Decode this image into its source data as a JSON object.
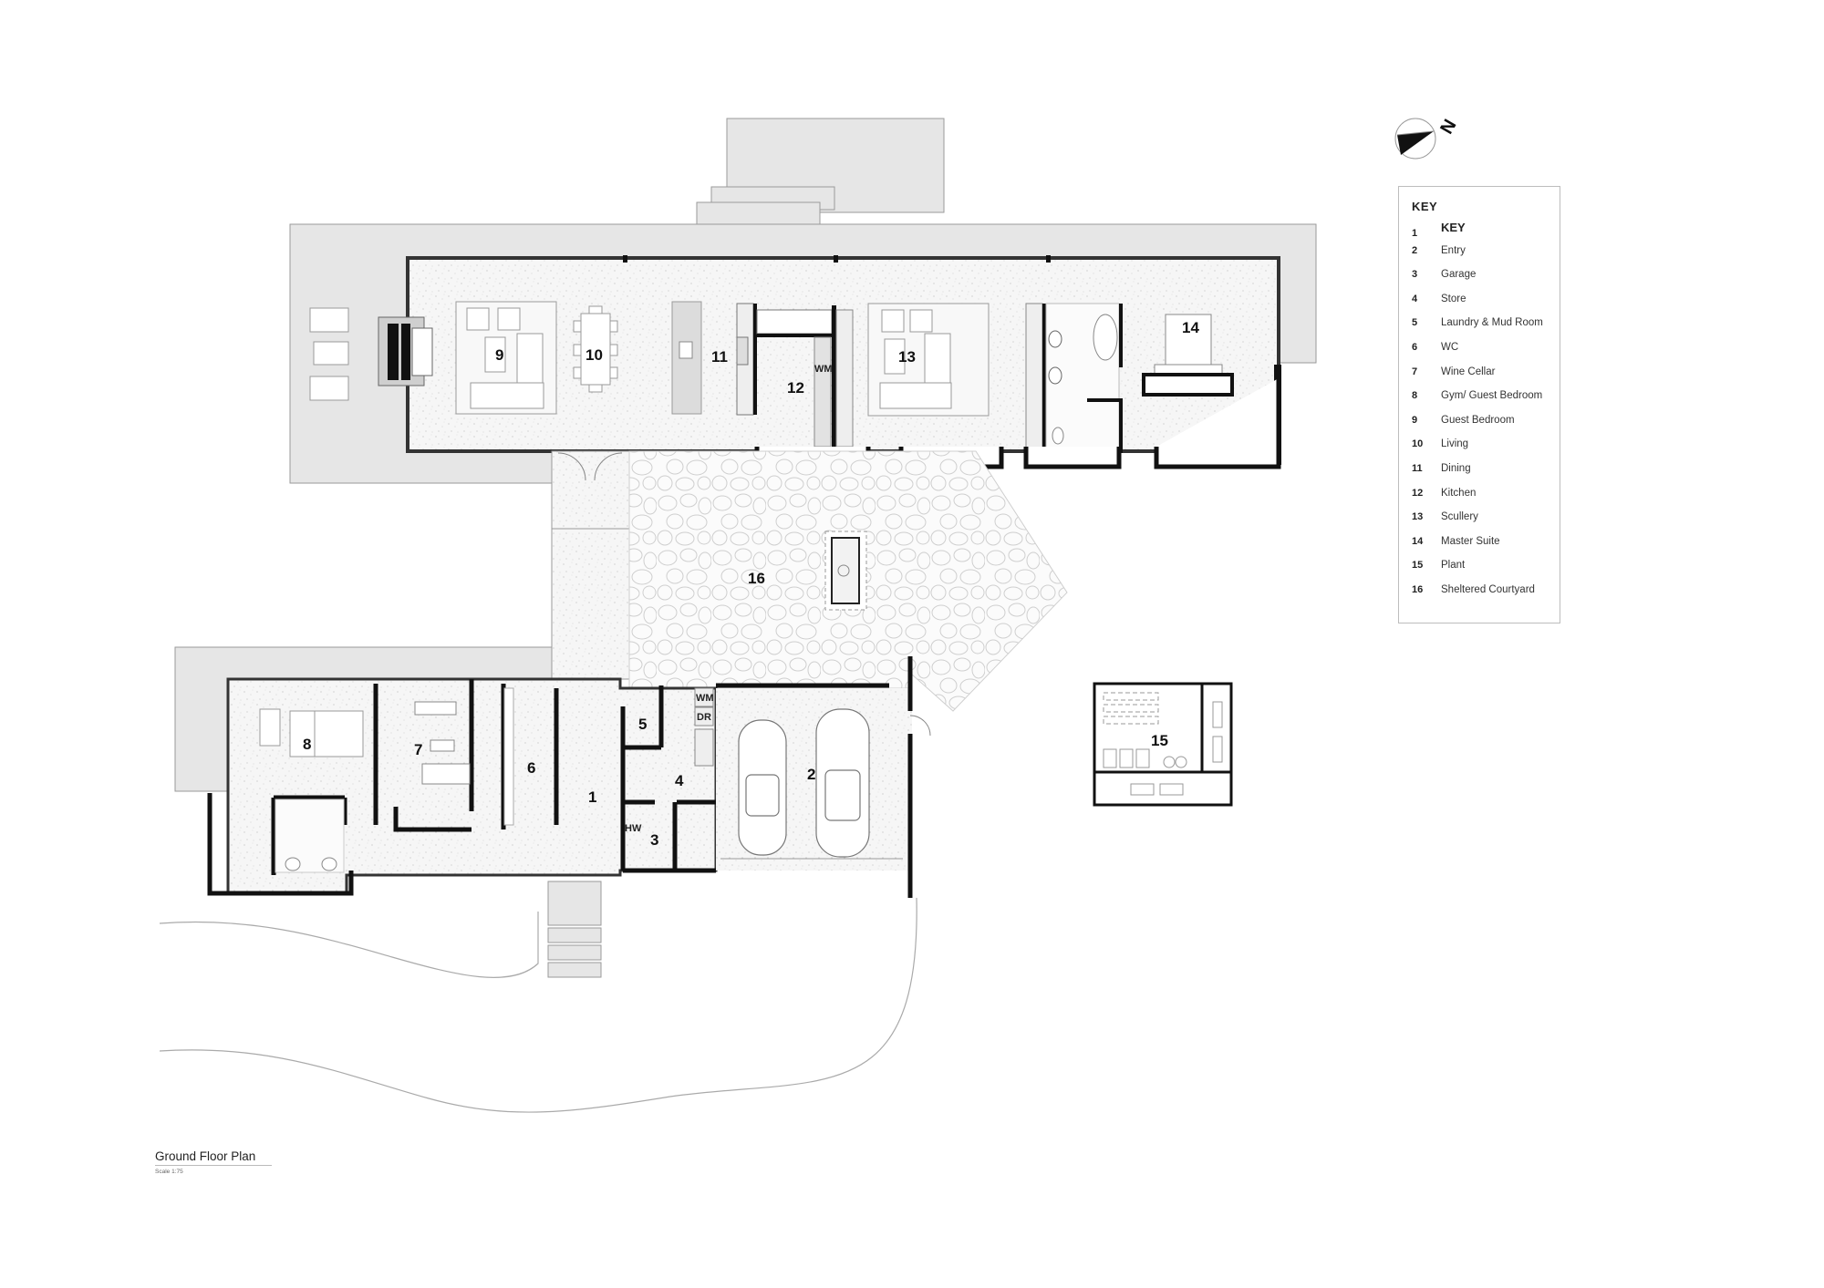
{
  "drawing": {
    "title": "Ground Floor Plan",
    "scale": "Scale 1:75",
    "north_label": "N"
  },
  "key": {
    "heading": "KEY",
    "items": [
      {
        "num": "1",
        "label": "KEY"
      },
      {
        "num": "2",
        "label": "Entry"
      },
      {
        "num": "3",
        "label": "Garage"
      },
      {
        "num": "4",
        "label": "Store"
      },
      {
        "num": "5",
        "label": "Laundry & Mud Room"
      },
      {
        "num": "6",
        "label": "WC"
      },
      {
        "num": "7",
        "label": "Wine Cellar"
      },
      {
        "num": "8",
        "label": "Gym/ Guest Bedroom"
      },
      {
        "num": "9",
        "label": "Guest Bedroom"
      },
      {
        "num": "10",
        "label": "Living"
      },
      {
        "num": "11",
        "label": "Dining"
      },
      {
        "num": "12",
        "label": "Kitchen"
      },
      {
        "num": "13",
        "label": "Scullery"
      },
      {
        "num": "14",
        "label": "Master Suite"
      },
      {
        "num": "15",
        "label": "Plant"
      },
      {
        "num": "16",
        "label": "Sheltered Courtyard"
      }
    ]
  },
  "plan_labels": {
    "r1": "1",
    "r2": "2",
    "r3": "3",
    "r4": "4",
    "r5": "5",
    "r6": "6",
    "r7": "7",
    "r8": "8",
    "r9": "9",
    "r10": "10",
    "r11": "11",
    "r12": "12",
    "r13": "13",
    "r14": "14",
    "r15": "15",
    "r16": "16"
  },
  "appliance_labels": {
    "washing_machine": "WM",
    "dryer": "DR",
    "hot_water": "HW",
    "kitchen_wm": "WM"
  },
  "colors": {
    "terrace": "#e6e6e6",
    "floor": "#f4f4f4",
    "wall": "#111111",
    "line": "#9a9a9a"
  }
}
